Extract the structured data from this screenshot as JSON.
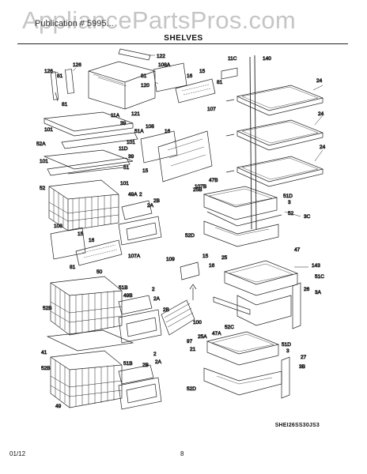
{
  "header": {
    "watermark": "AppliancePartsPros.com",
    "subtitle": "Publication # 5995...",
    "section_title": "SHELVES"
  },
  "diagram": {
    "code": "SHEI26SS30JS3",
    "callouts": [
      "126",
      "81",
      "126",
      "81",
      "122",
      "81",
      "120",
      "121",
      "11A",
      "108A",
      "16",
      "15",
      "81",
      "107",
      "11C",
      "140",
      "24",
      "24",
      "24",
      "101",
      "39",
      "51A",
      "52A",
      "101",
      "11D",
      "39",
      "108",
      "16",
      "15",
      "101",
      "107B",
      "51",
      "52",
      "101",
      "49A",
      "2",
      "2B",
      "2A",
      "25B",
      "47B",
      "51D",
      "3",
      "52",
      "3C",
      "52D",
      "108",
      "16",
      "15",
      "107A",
      "81",
      "50",
      "51B",
      "49B",
      "2",
      "2A",
      "2B",
      "109",
      "15",
      "16",
      "25",
      "47",
      "143",
      "51C",
      "3A",
      "26",
      "52B",
      "100",
      "52C",
      "47A",
      "25A",
      "51D",
      "3",
      "27",
      "3B",
      "41",
      "52B",
      "51B",
      "2A",
      "2",
      "2B",
      "49",
      "97",
      "21",
      "52D"
    ]
  },
  "footer": {
    "date": "01/12",
    "page": "8"
  }
}
